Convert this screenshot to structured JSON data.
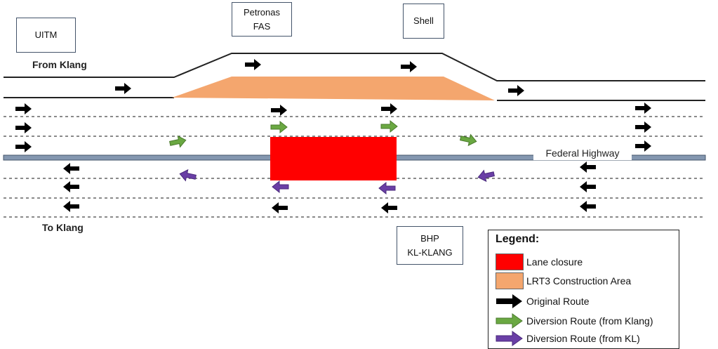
{
  "landmarks": {
    "uitm": "UITM",
    "petronas_line1": "Petronas",
    "petronas_line2": "FAS",
    "shell": "Shell",
    "bhp_line1": "BHP",
    "bhp_line2": "KL-KLANG"
  },
  "road_labels": {
    "from_klang": "From Klang",
    "to_klang": "To Klang",
    "federal_highway": "Federal Highway"
  },
  "legend": {
    "title": "Legend:",
    "lane_closure": "Lane closure",
    "construction": "LRT3 Construction Area",
    "original": "Original Route",
    "diversion_klang": "Diversion Route (from Klang)",
    "diversion_kl": "Diversion Route (from KL)"
  },
  "colors": {
    "lane_closure": "#ff0000",
    "construction": "#f4a66e",
    "original": "#000000",
    "diversion_klang": "#6aa842",
    "diversion_kl": "#6a3fa6",
    "median": "#8497b0"
  }
}
